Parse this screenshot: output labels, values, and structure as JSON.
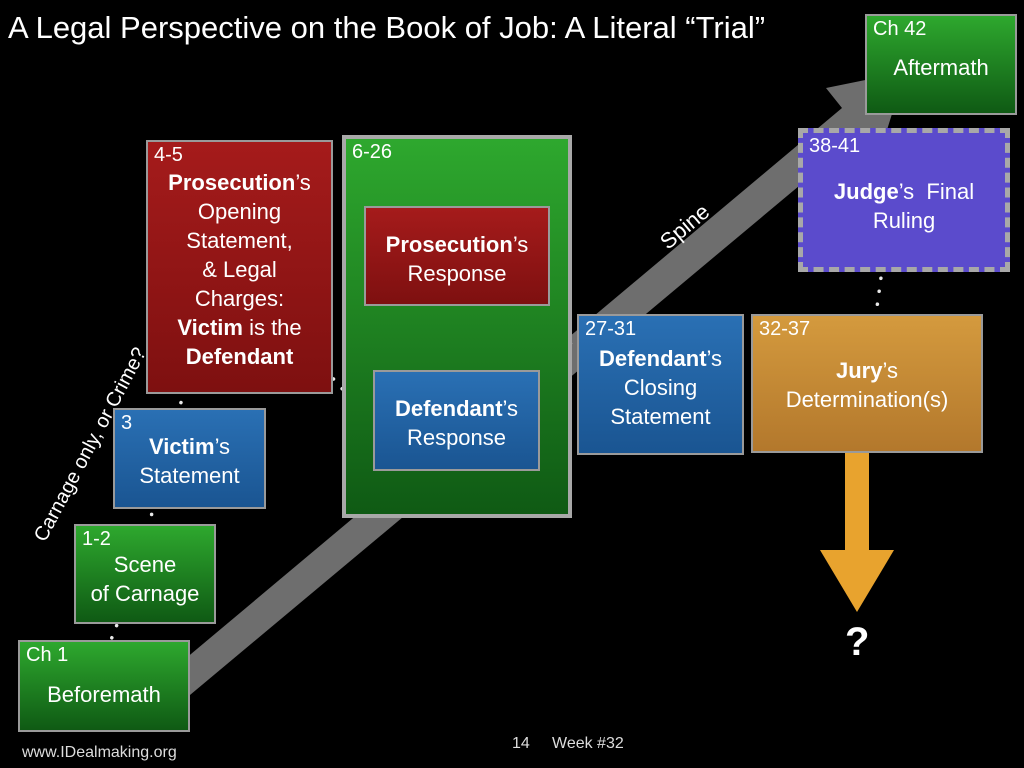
{
  "title": "A Legal Perspective on the Book of Job:  A Literal “Trial”",
  "spine_label": "Spine",
  "side_label": "Carnage only, or Crime?",
  "boxes": {
    "ch1": {
      "num": "Ch 1",
      "text": "Beforemath"
    },
    "ch1_2": {
      "num": "1-2",
      "line1": "Scene",
      "line2": "of Carnage"
    },
    "ch3": {
      "num": "3",
      "bold1": "Victim",
      "rest1": "’s",
      "line2": "Statement"
    },
    "ch4_5": {
      "num": "4-5",
      "bold1": "Prosecution",
      "rest1": "’s",
      "line2": "Opening",
      "line3": "Statement,",
      "line4": "& Legal",
      "line5": "Charges:",
      "bold6": "Victim",
      "rest6": " is the",
      "bold7": "Defendant"
    },
    "ch6_26": {
      "num": "6-26"
    },
    "prosecution_response": {
      "bold1": "Prosecution",
      "rest1": "’s",
      "line2": "Response"
    },
    "defendant_response": {
      "bold1": "Defendant",
      "rest1": "’s",
      "line2": "Response"
    },
    "ch27_31": {
      "num": "27-31",
      "bold1": "Defendant",
      "rest1": "’s",
      "line2": "Closing",
      "line3": "Statement"
    },
    "ch32_37": {
      "num": "32-37",
      "bold1": "Jury",
      "rest1": "’s",
      "line2": "Determination(s)"
    },
    "ch38_41": {
      "num": "38-41",
      "bold1": "Judge",
      "rest1": "’s  Final",
      "line2": "Ruling"
    },
    "ch42": {
      "num": "Ch 42",
      "text": "Aftermath"
    }
  },
  "question_mark": "?",
  "footer": {
    "website": "www.IDealmaking.org",
    "page": "14",
    "week": "Week #32"
  },
  "colors": {
    "green": "#1f7f22",
    "red": "#981616",
    "blue": "#2263a4",
    "orange": "#c98c36",
    "purple": "#5b4bcc",
    "arrow_orange": "#e8a32e",
    "arrow_red": "#e05050",
    "arrow_blue": "#1e8ff0"
  }
}
